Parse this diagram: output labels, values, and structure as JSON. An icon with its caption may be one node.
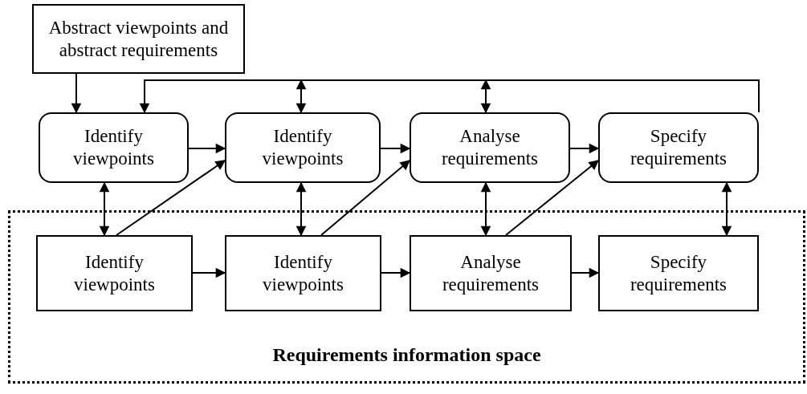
{
  "diagram": {
    "nodes": [
      {
        "text": [
          "Abstract viewpoints and abstract requirements"
        ]
      },
      {
        "text": [
          "Identify viewpoints"
        ]
      },
      {
        "text": [
          "Identify viewpoints"
        ]
      },
      {
        "text": [
          "Analyse requirements"
        ]
      },
      {
        "text": [
          "Specify requirements"
        ]
      },
      {
        "text": [
          "Requirements information space"
        ]
      },
      {
        "text": [
          "Identify viewpoints"
        ],
        "in": 5
      },
      {
        "text": [
          "Identify viewpoints"
        ],
        "in": 5
      },
      {
        "text": [
          "Analyse requirements"
        ],
        "in": 5
      },
      {
        "text": [
          "Specify requirements"
        ],
        "in": 5
      }
    ],
    "edges": [
      {
        "from": 0,
        "to": 1,
        "arrow": "to"
      },
      {
        "from": 4,
        "to": 1,
        "arrow": "to"
      },
      {
        "from": null,
        "to": 2,
        "arrow": "both"
      },
      {
        "from": null,
        "to": 3,
        "arrow": "both"
      },
      {
        "from": 1,
        "to": 2,
        "arrow": "to"
      },
      {
        "from": 2,
        "to": 3,
        "arrow": "to"
      },
      {
        "from": 3,
        "to": 4,
        "arrow": "to"
      },
      {
        "from": 1,
        "to": 6,
        "arrow": "both"
      },
      {
        "from": 2,
        "to": 7,
        "arrow": "both"
      },
      {
        "from": 3,
        "to": 8,
        "arrow": "both"
      },
      {
        "from": 4,
        "to": 9,
        "arrow": "both"
      },
      {
        "from": 6,
        "to": 2,
        "arrow": "to"
      },
      {
        "from": 7,
        "to": 3,
        "arrow": "to"
      },
      {
        "from": 8,
        "to": 4,
        "arrow": "to"
      },
      {
        "from": 6,
        "to": 7,
        "arrow": "to"
      },
      {
        "from": 7,
        "to": 8,
        "arrow": "to"
      },
      {
        "from": 8,
        "to": 9,
        "arrow": "to"
      }
    ]
  }
}
